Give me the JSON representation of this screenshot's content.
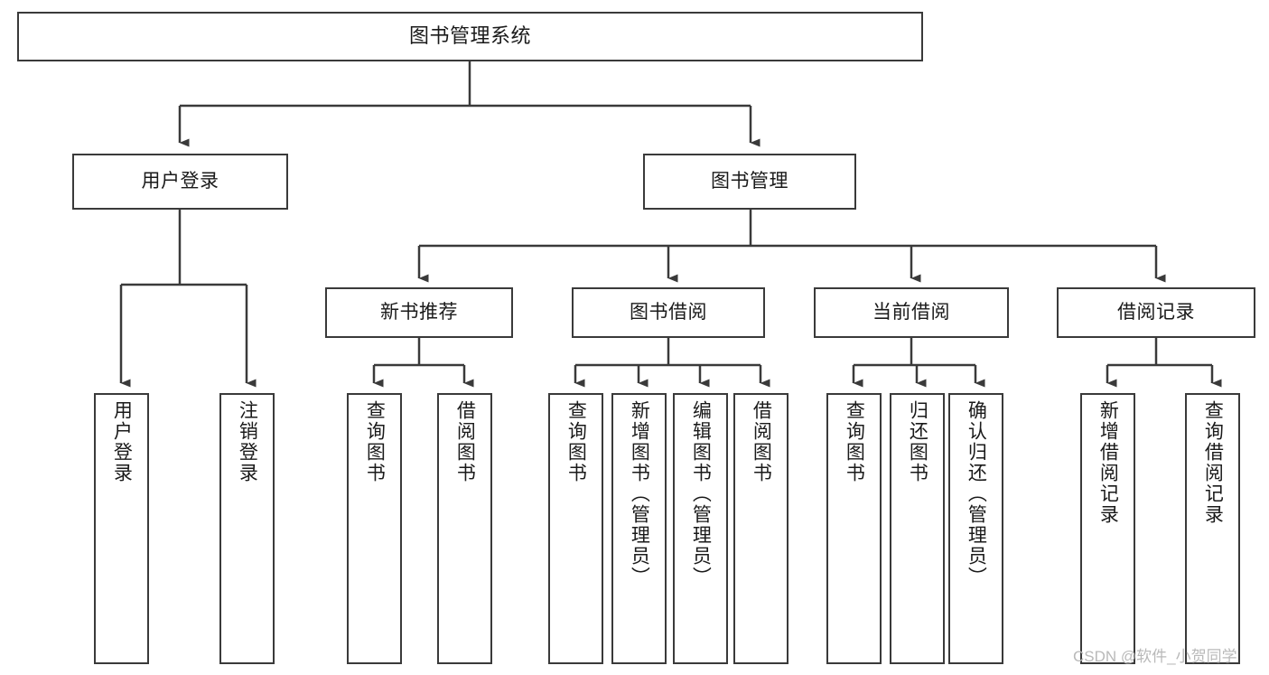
{
  "diagram": {
    "type": "hierarchy-tree",
    "title": "图书管理系统",
    "orientation": "top-down",
    "levels": 4,
    "colors": {
      "stroke": "#3a3a3a",
      "fill": "#ffffff",
      "text": "#1a1a1a",
      "watermark": "#b9b9b9"
    },
    "nodes": {
      "root": {
        "label": "图书管理系统"
      },
      "level2": [
        {
          "label": "用户登录"
        },
        {
          "label": "图书管理"
        }
      ],
      "level3": [
        {
          "label": "新书推荐"
        },
        {
          "label": "图书借阅"
        },
        {
          "label": "当前借阅"
        },
        {
          "label": "借阅记录"
        }
      ],
      "leaves": {
        "user_login": [
          {
            "label": "用户登录"
          },
          {
            "label": "注销登录"
          }
        ],
        "new_book_recommend": [
          {
            "label": "查询图书"
          },
          {
            "label": "借阅图书"
          }
        ],
        "book_borrow": [
          {
            "label": "查询图书"
          },
          {
            "label": "新增图书（管理员）"
          },
          {
            "label": "编辑图书（管理员）"
          },
          {
            "label": "借阅图书"
          }
        ],
        "current_borrow": [
          {
            "label": "查询图书"
          },
          {
            "label": "归还图书"
          },
          {
            "label": "确认归还（管理员）"
          }
        ],
        "borrow_record": [
          {
            "label": "新增借阅记录"
          },
          {
            "label": "查询借阅记录"
          }
        ]
      }
    }
  },
  "watermark": {
    "text": "CSDN @软件_小贺同学"
  }
}
